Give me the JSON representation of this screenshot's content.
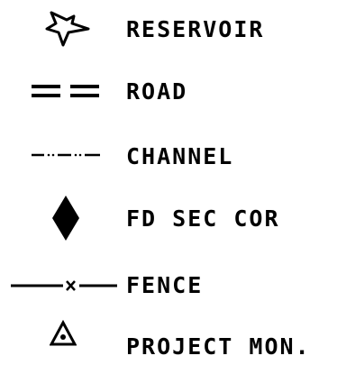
{
  "legend": {
    "items": [
      {
        "label": "RESERVOIR",
        "symbol": "reservoir-outline-icon"
      },
      {
        "label": "ROAD",
        "symbol": "double-line-icon"
      },
      {
        "label": "CHANNEL",
        "symbol": "dash-dot-line-icon"
      },
      {
        "label": "FD SEC COR",
        "symbol": "filled-diamond-icon"
      },
      {
        "label": "FENCE",
        "symbol": "fence-line-x-icon"
      },
      {
        "label": "PROJECT MON.",
        "symbol": "triangle-dot-icon"
      }
    ],
    "color": "#000000"
  }
}
